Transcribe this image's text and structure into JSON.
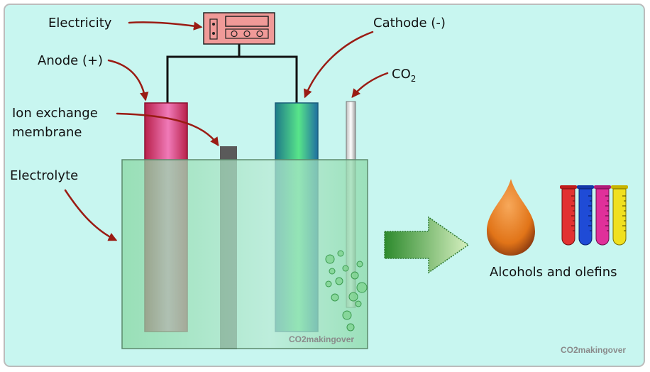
{
  "labels": {
    "electricity": "Electricity",
    "cathode": "Cathode (-)",
    "anode": "Anode (+)",
    "co2_main": "CO",
    "co2_sub": "2",
    "membrane_line1": "Ion exchange",
    "membrane_line2": "membrane",
    "electrolyte": "Electrolyte",
    "products": "Alcohols and olefins"
  },
  "watermarks": {
    "tank": "CO2makingover",
    "corner": "CO2makingover"
  },
  "colors": {
    "background": "#c8f6f0",
    "arrow": "#9a1c14",
    "anode": "#e23a6a",
    "cathode": "#2fbf75",
    "electrolyte": "#7cd39a",
    "drop": "#e87d22",
    "tubes": [
      "#e23232",
      "#1f4bd6",
      "#e0309a",
      "#f0e020"
    ]
  },
  "icons": {
    "power_supply": "power-supply-icon",
    "drop": "oil-drop-icon",
    "test_tubes": "test-tube-icon"
  }
}
